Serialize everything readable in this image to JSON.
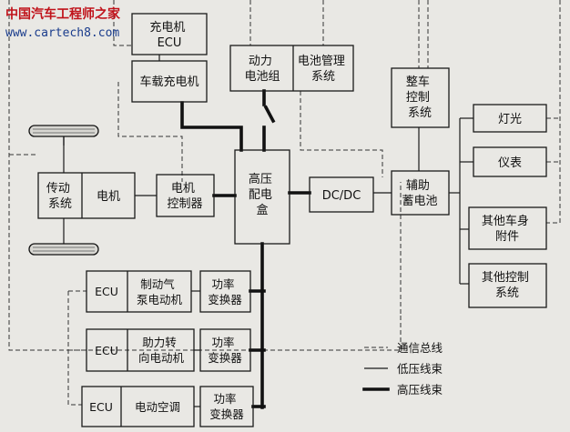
{
  "watermark": {
    "line1": "中国汽车工程师之家",
    "line2": "www.cartech8.com"
  },
  "nodes": {
    "charger_ecu": [
      "充电机",
      "ECU"
    ],
    "onboard_charger": [
      "车载充电机"
    ],
    "battery_pack": [
      "动力",
      "电池组"
    ],
    "bms": [
      "电池管理",
      "系统"
    ],
    "transmission": [
      "传动",
      "系统"
    ],
    "motor": [
      "电机"
    ],
    "motor_controller": [
      "电机",
      "控制器"
    ],
    "hv_box": [
      "高压",
      "配电",
      "盒"
    ],
    "dcdc": [
      "DC/DC"
    ],
    "vcu": [
      "整车",
      "控制",
      "系统"
    ],
    "aux_battery": [
      "辅助",
      "蓄电池"
    ],
    "lights": [
      "灯光"
    ],
    "instruments": [
      "仪表"
    ],
    "other_body": [
      "其他车身",
      "附件"
    ],
    "other_control": [
      "其他控制",
      "系统"
    ],
    "ecu1": [
      "ECU"
    ],
    "brake_pump_motor": [
      "制动气",
      "泵电动机"
    ],
    "converter1": [
      "功率",
      "变换器"
    ],
    "ecu2": [
      "ECU"
    ],
    "steering_motor": [
      "助力转",
      "向电动机"
    ],
    "converter2": [
      "功率",
      "变换器"
    ],
    "ecu3": [
      "ECU"
    ],
    "ac": [
      "电动空调"
    ],
    "converter3": [
      "功率",
      "变换器"
    ]
  },
  "legend": {
    "comm_bus": "通信总线",
    "low_voltage": "低压线束",
    "high_voltage": "高压线束"
  },
  "colors": {
    "watermark_red": "#c0121a",
    "watermark_blue": "#1a3c8c",
    "background": "#e9e8e4"
  }
}
